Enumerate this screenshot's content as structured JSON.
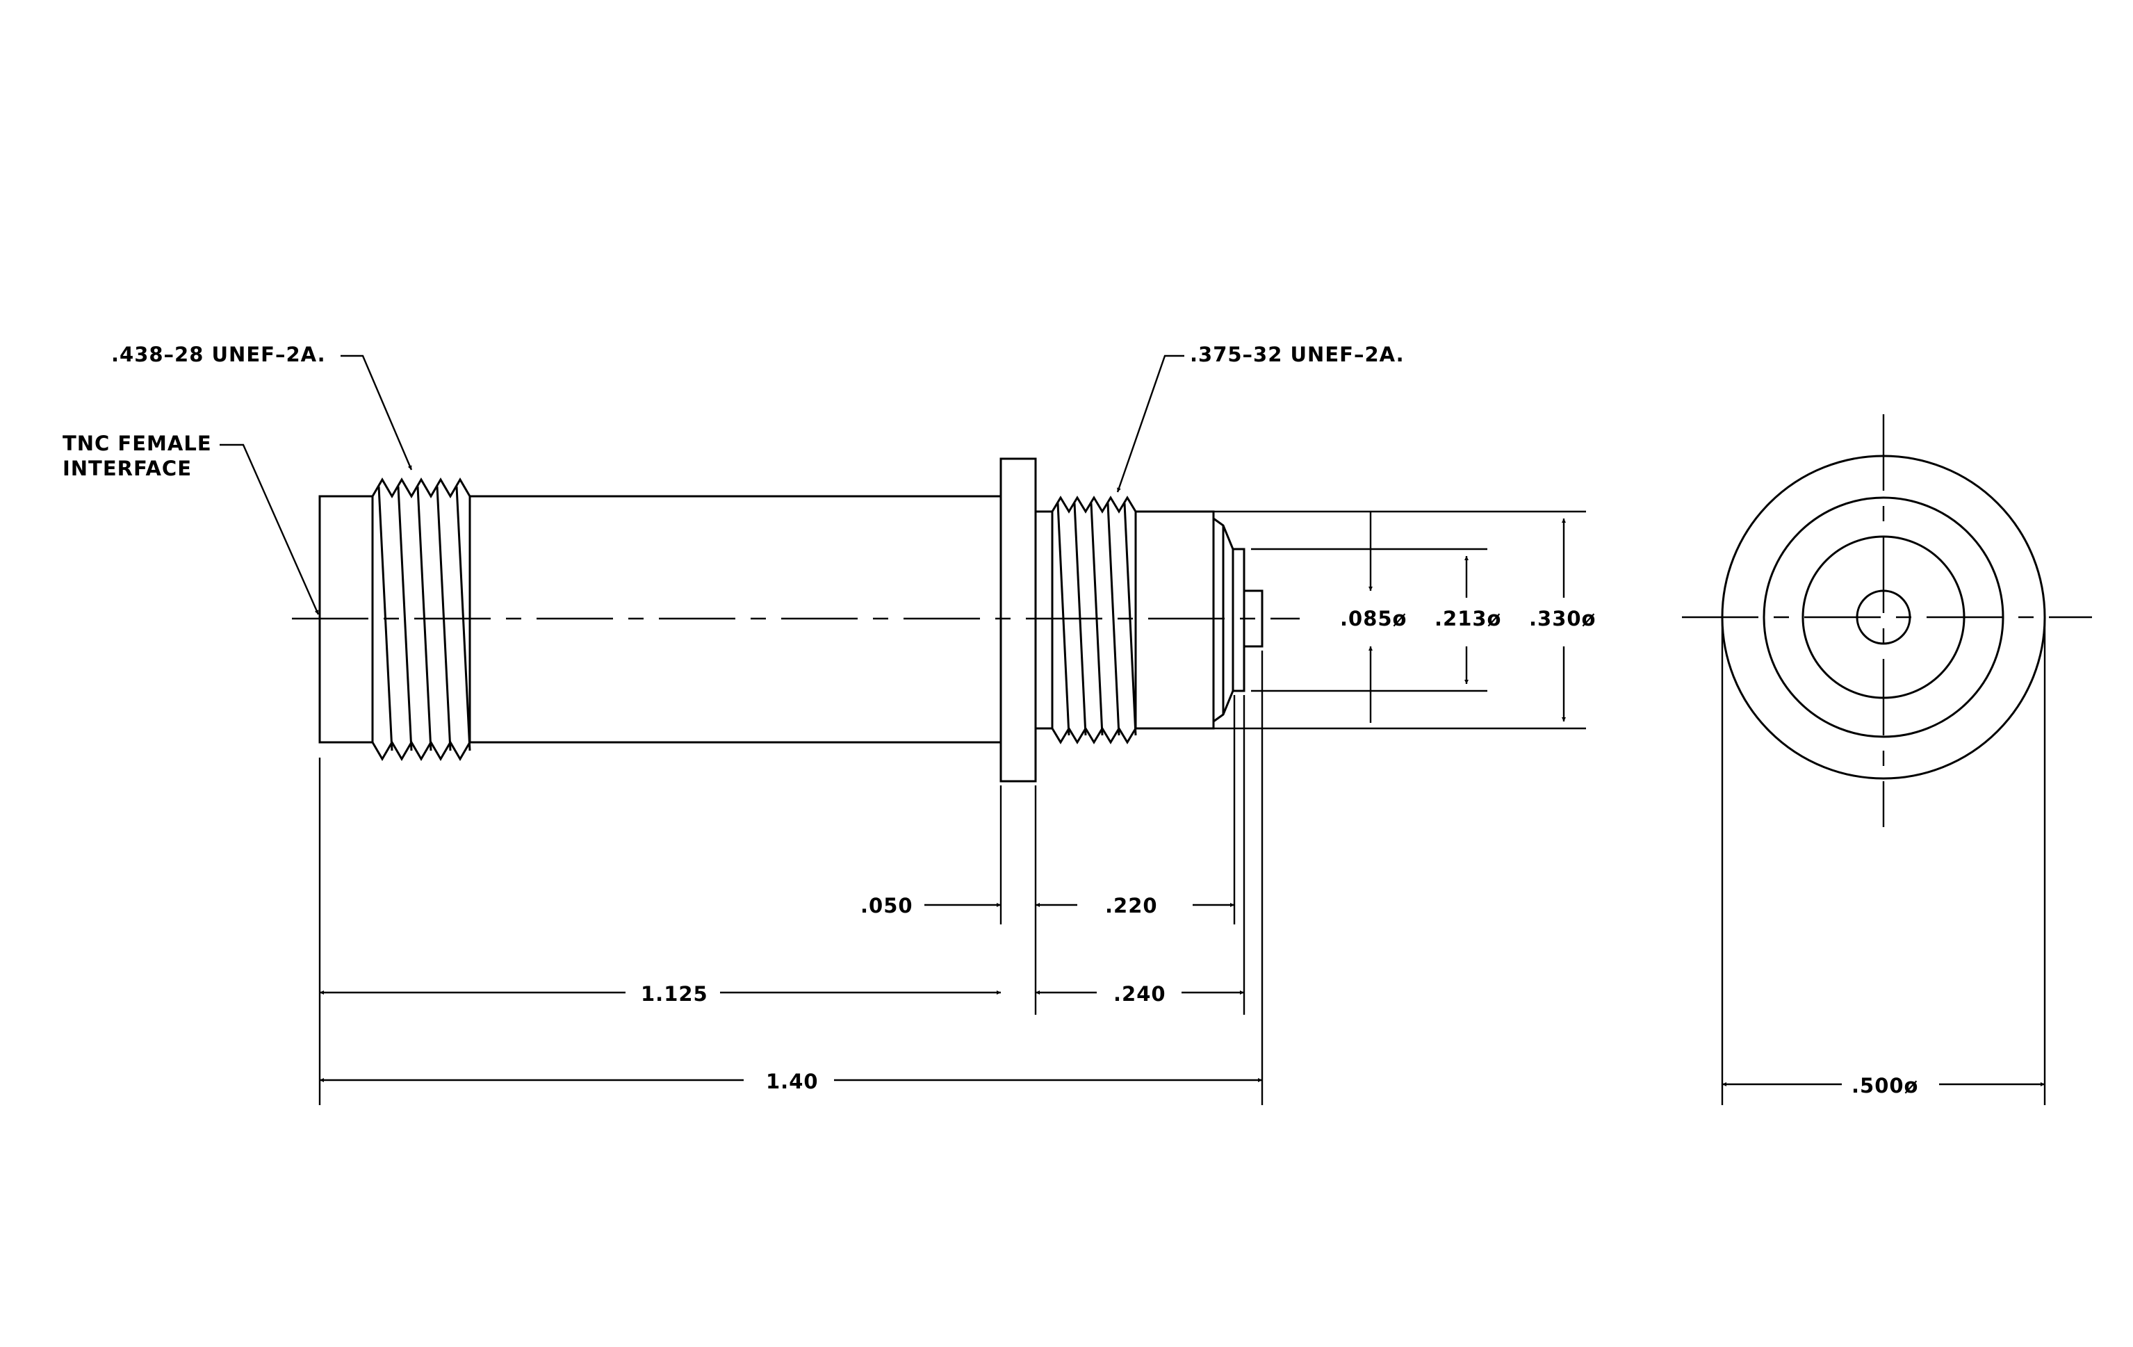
{
  "labels": {
    "tnc_line1": "TNC FEMALE",
    "tnc_line2": "INTERFACE",
    "thread_left": ".438–28 UNEF–2A.",
    "thread_right": ".375–32 UNEF–2A."
  },
  "dimensions": {
    "d_085": ".085ø",
    "d_213": ".213ø",
    "d_330": ".330ø",
    "len_050": ".050",
    "len_220": ".220",
    "len_1125": "1.125",
    "len_240": ".240",
    "len_140": "1.40",
    "d_500": ".500ø"
  },
  "colors": {
    "line": "#000000",
    "background": "#ffffff"
  }
}
